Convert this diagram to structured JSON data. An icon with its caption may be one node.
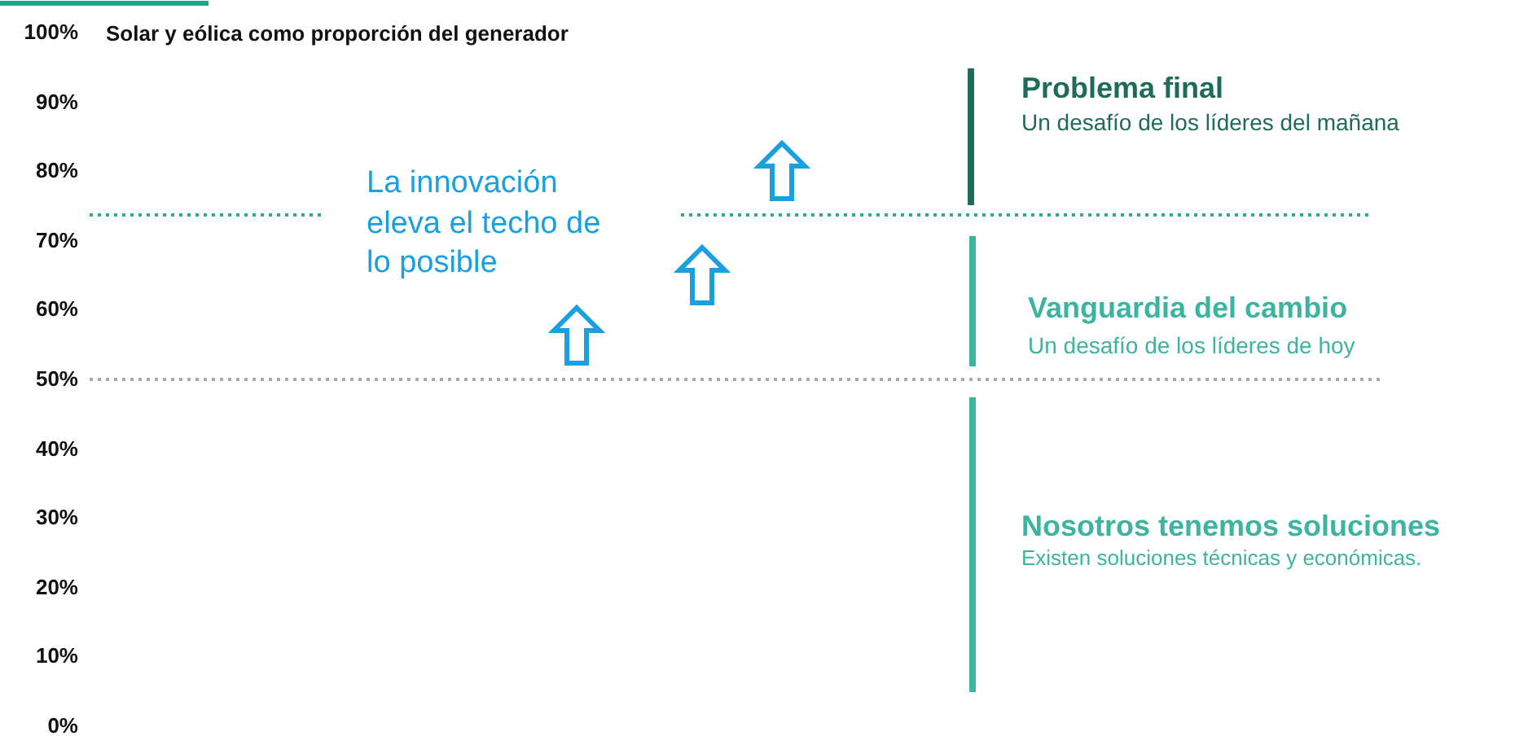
{
  "diagram": {
    "title": "Solar y eólica como proporción del generador",
    "labels": [
      "100%",
      "90%",
      "80%",
      "70%",
      "60%",
      "50%",
      "40%",
      "30%",
      "20%",
      "10%",
      "0%",
      "La innovación eleva el techo de lo posible",
      "Problema final",
      "Un desafío de los líderes del mañana",
      "Vanguardia del cambio",
      "Un desafío de los líderes de hoy",
      "Nosotros tenemos soluciones",
      "Existen soluciones técnicas y económicas."
    ]
  }
}
